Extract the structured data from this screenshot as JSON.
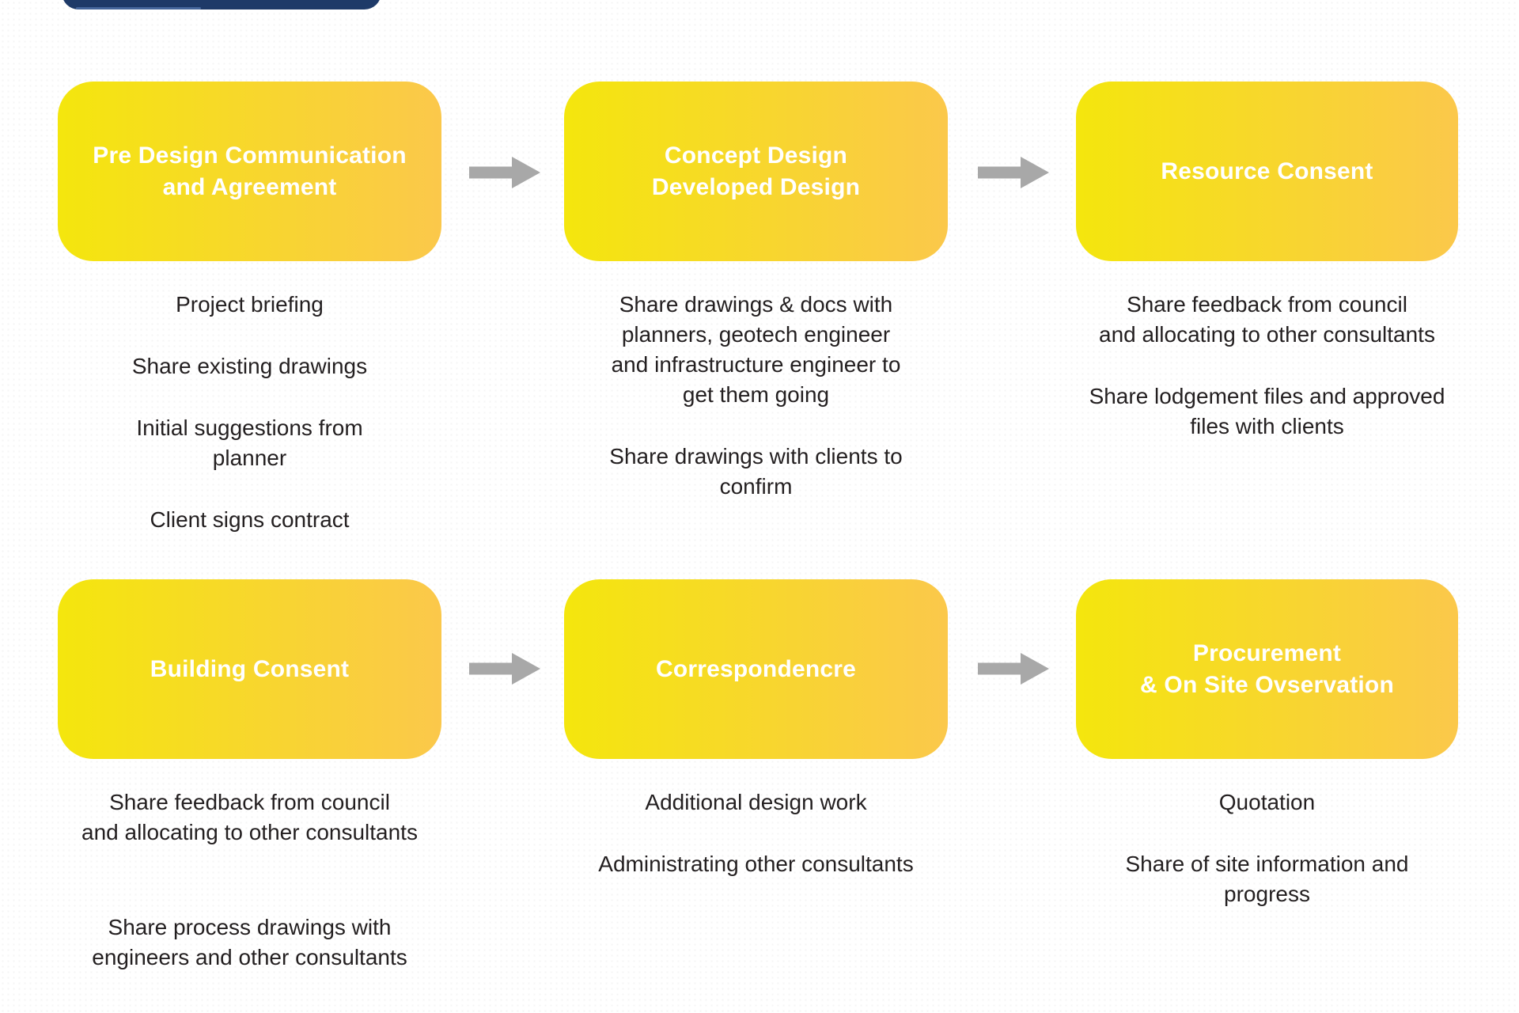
{
  "colors": {
    "box_gradient_start": "#F4E60D",
    "box_gradient_end": "#FBC84B",
    "arrow": "#A8A8A8",
    "logo_bar": "#1E3A68",
    "title_text": "#FFFFFF",
    "body_text": "#231F20",
    "background": "#FFFFFF"
  },
  "logo": {
    "name": "clipped-navy-logo-bar"
  },
  "stages": [
    {
      "title": "Pre Design Communication\nand Agreement",
      "notes": [
        "Project briefing",
        "Share existing drawings",
        "Initial suggestions from\nplanner",
        "Client signs contract"
      ]
    },
    {
      "title": "Concept Design\nDeveloped Design",
      "notes": [
        "Share drawings & docs with\nplanners, geotech engineer\nand infrastructure engineer to\nget them going",
        "Share drawings with clients to\nconfirm"
      ]
    },
    {
      "title": "Resource Consent",
      "notes": [
        "Share feedback from council\nand allocating to other consultants",
        "Share lodgement files and approved\nfiles with clients"
      ]
    },
    {
      "title": "Building Consent",
      "notes": [
        "Share feedback from council\nand allocating to other consultants",
        "Share process drawings with\nengineers and other consultants"
      ]
    },
    {
      "title": "Correspondencre",
      "notes": [
        "Additional design work",
        "Administrating other consultants"
      ]
    },
    {
      "title": "Procurement\n& On Site Ovservation",
      "notes": [
        "Quotation",
        "Share of site information and\nprogress"
      ]
    }
  ]
}
